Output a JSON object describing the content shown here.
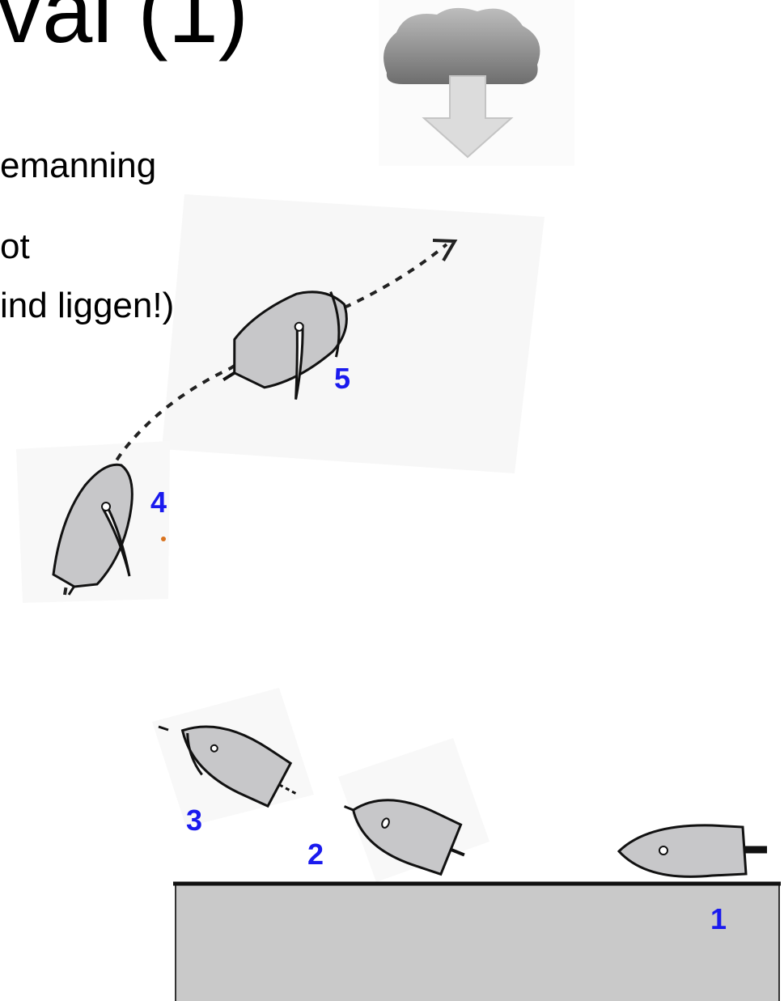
{
  "slide": {
    "title": "val (1)",
    "bullets": [
      "emanning",
      "ot",
      "ind liggen!)"
    ]
  },
  "diagram": {
    "positions": [
      "1",
      "2",
      "3",
      "4",
      "5"
    ],
    "colors": {
      "boat_fill": "#c7c7c9",
      "quay_fill": "#c9c9c9",
      "label": "#1a1aee",
      "panel": "#f7f7f7"
    },
    "icons": [
      "wind-cloud-icon",
      "wind-arrow-icon",
      "course-arrow-icon"
    ]
  }
}
